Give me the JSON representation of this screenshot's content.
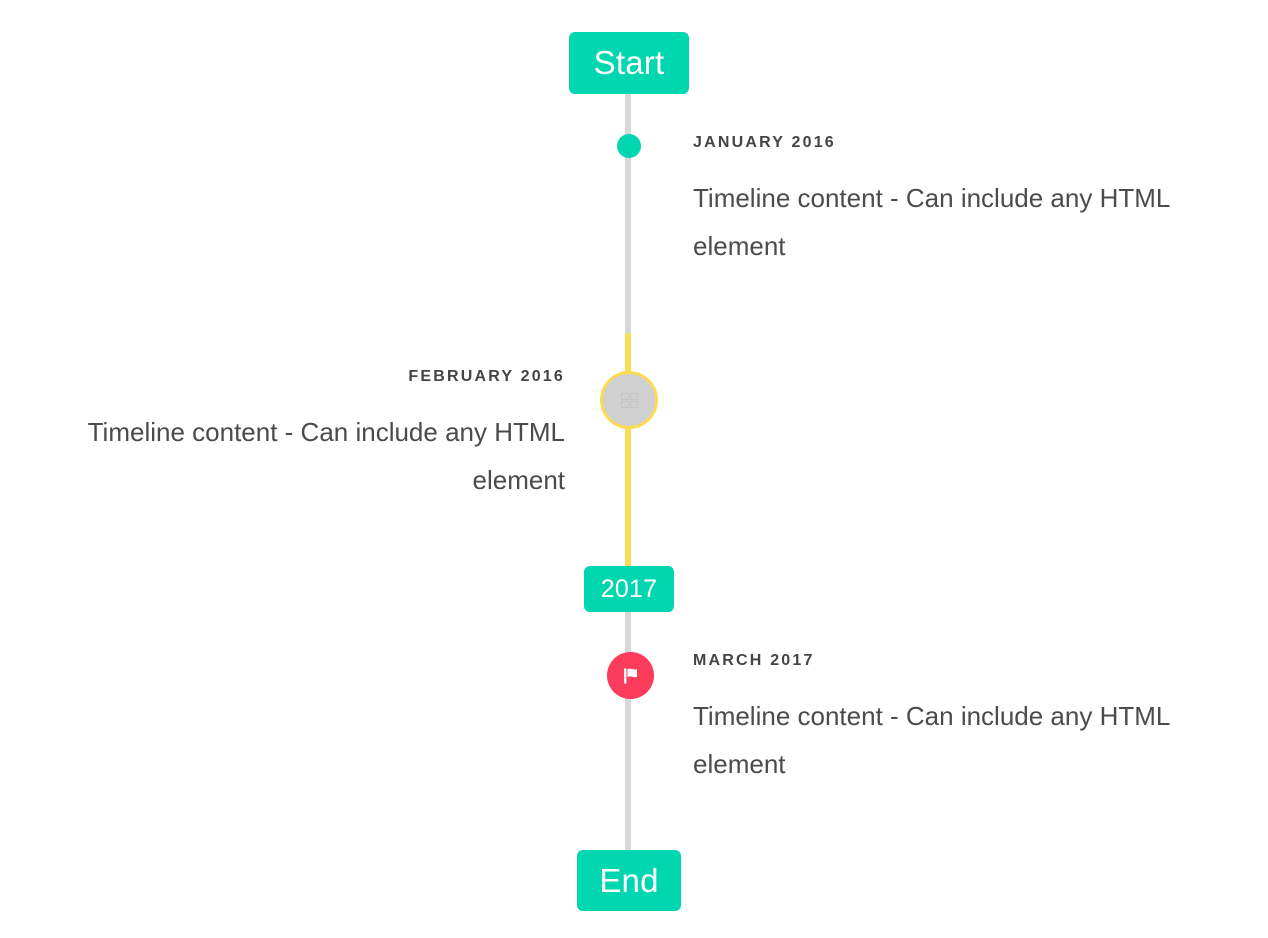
{
  "timeline": {
    "accent_color": "#00d7b0",
    "line_color": "#d7d7d7",
    "highlight_color": "#fddb52",
    "flag_color": "#fb3b5c",
    "caps": {
      "start_label": "Start",
      "middle_label": "2017",
      "end_label": "End"
    },
    "events": [
      {
        "id": "january-2016",
        "label": "JANUARY 2016",
        "body": "Timeline content - Can include any HTML element",
        "side": "right",
        "marker": "dot",
        "marker_color": "#00d7b0"
      },
      {
        "id": "february-2016",
        "label": "FEBRUARY 2016",
        "body": "Timeline content - Can include any HTML element",
        "side": "left",
        "marker": "ring-icon",
        "marker_color": "#d0d0d0",
        "marker_border_color": "#fddb52"
      },
      {
        "id": "march-2017",
        "label": "MARCH 2017",
        "body": "Timeline content - Can include any HTML element",
        "side": "right",
        "marker": "flag",
        "marker_color": "#fb3b5c"
      }
    ]
  }
}
